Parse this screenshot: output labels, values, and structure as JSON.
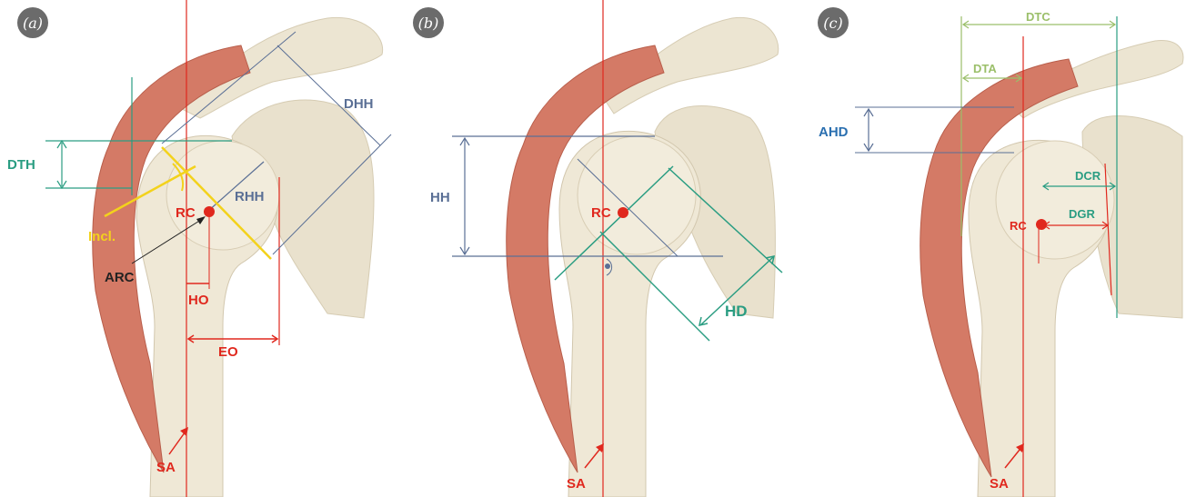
{
  "panels": [
    {
      "id": "a",
      "badge": "(a)",
      "labels": {
        "DTH": "DTH",
        "DHH": "DHH",
        "RHH": "RHH",
        "RC": "RC",
        "Incl": "Incl.",
        "ARC": "ARC",
        "HO": "HO",
        "EO": "EO",
        "SA": "SA"
      }
    },
    {
      "id": "b",
      "badge": "(b)",
      "labels": {
        "HH": "HH",
        "RC": "RC",
        "HD": "HD",
        "SA": "SA"
      }
    },
    {
      "id": "c",
      "badge": "(c)",
      "labels": {
        "DTC": "DTC",
        "DTA": "DTA",
        "AHD": "AHD",
        "DCR": "DCR",
        "DGR": "DGR",
        "RC": "RC",
        "SA": "SA"
      }
    }
  ],
  "colors": {
    "bone": "#efe8d6",
    "bone_shadow": "#d9cfb8",
    "muscle": "#d47a66",
    "muscle_dark": "#b85e4b",
    "red": "#e0281e",
    "teal": "#2a9d82",
    "slate": "#5a6f95",
    "yellow": "#f3d21c",
    "olive": "#9bbf6a",
    "blue": "#2a6fb0",
    "badge": "#6b6b6b"
  }
}
